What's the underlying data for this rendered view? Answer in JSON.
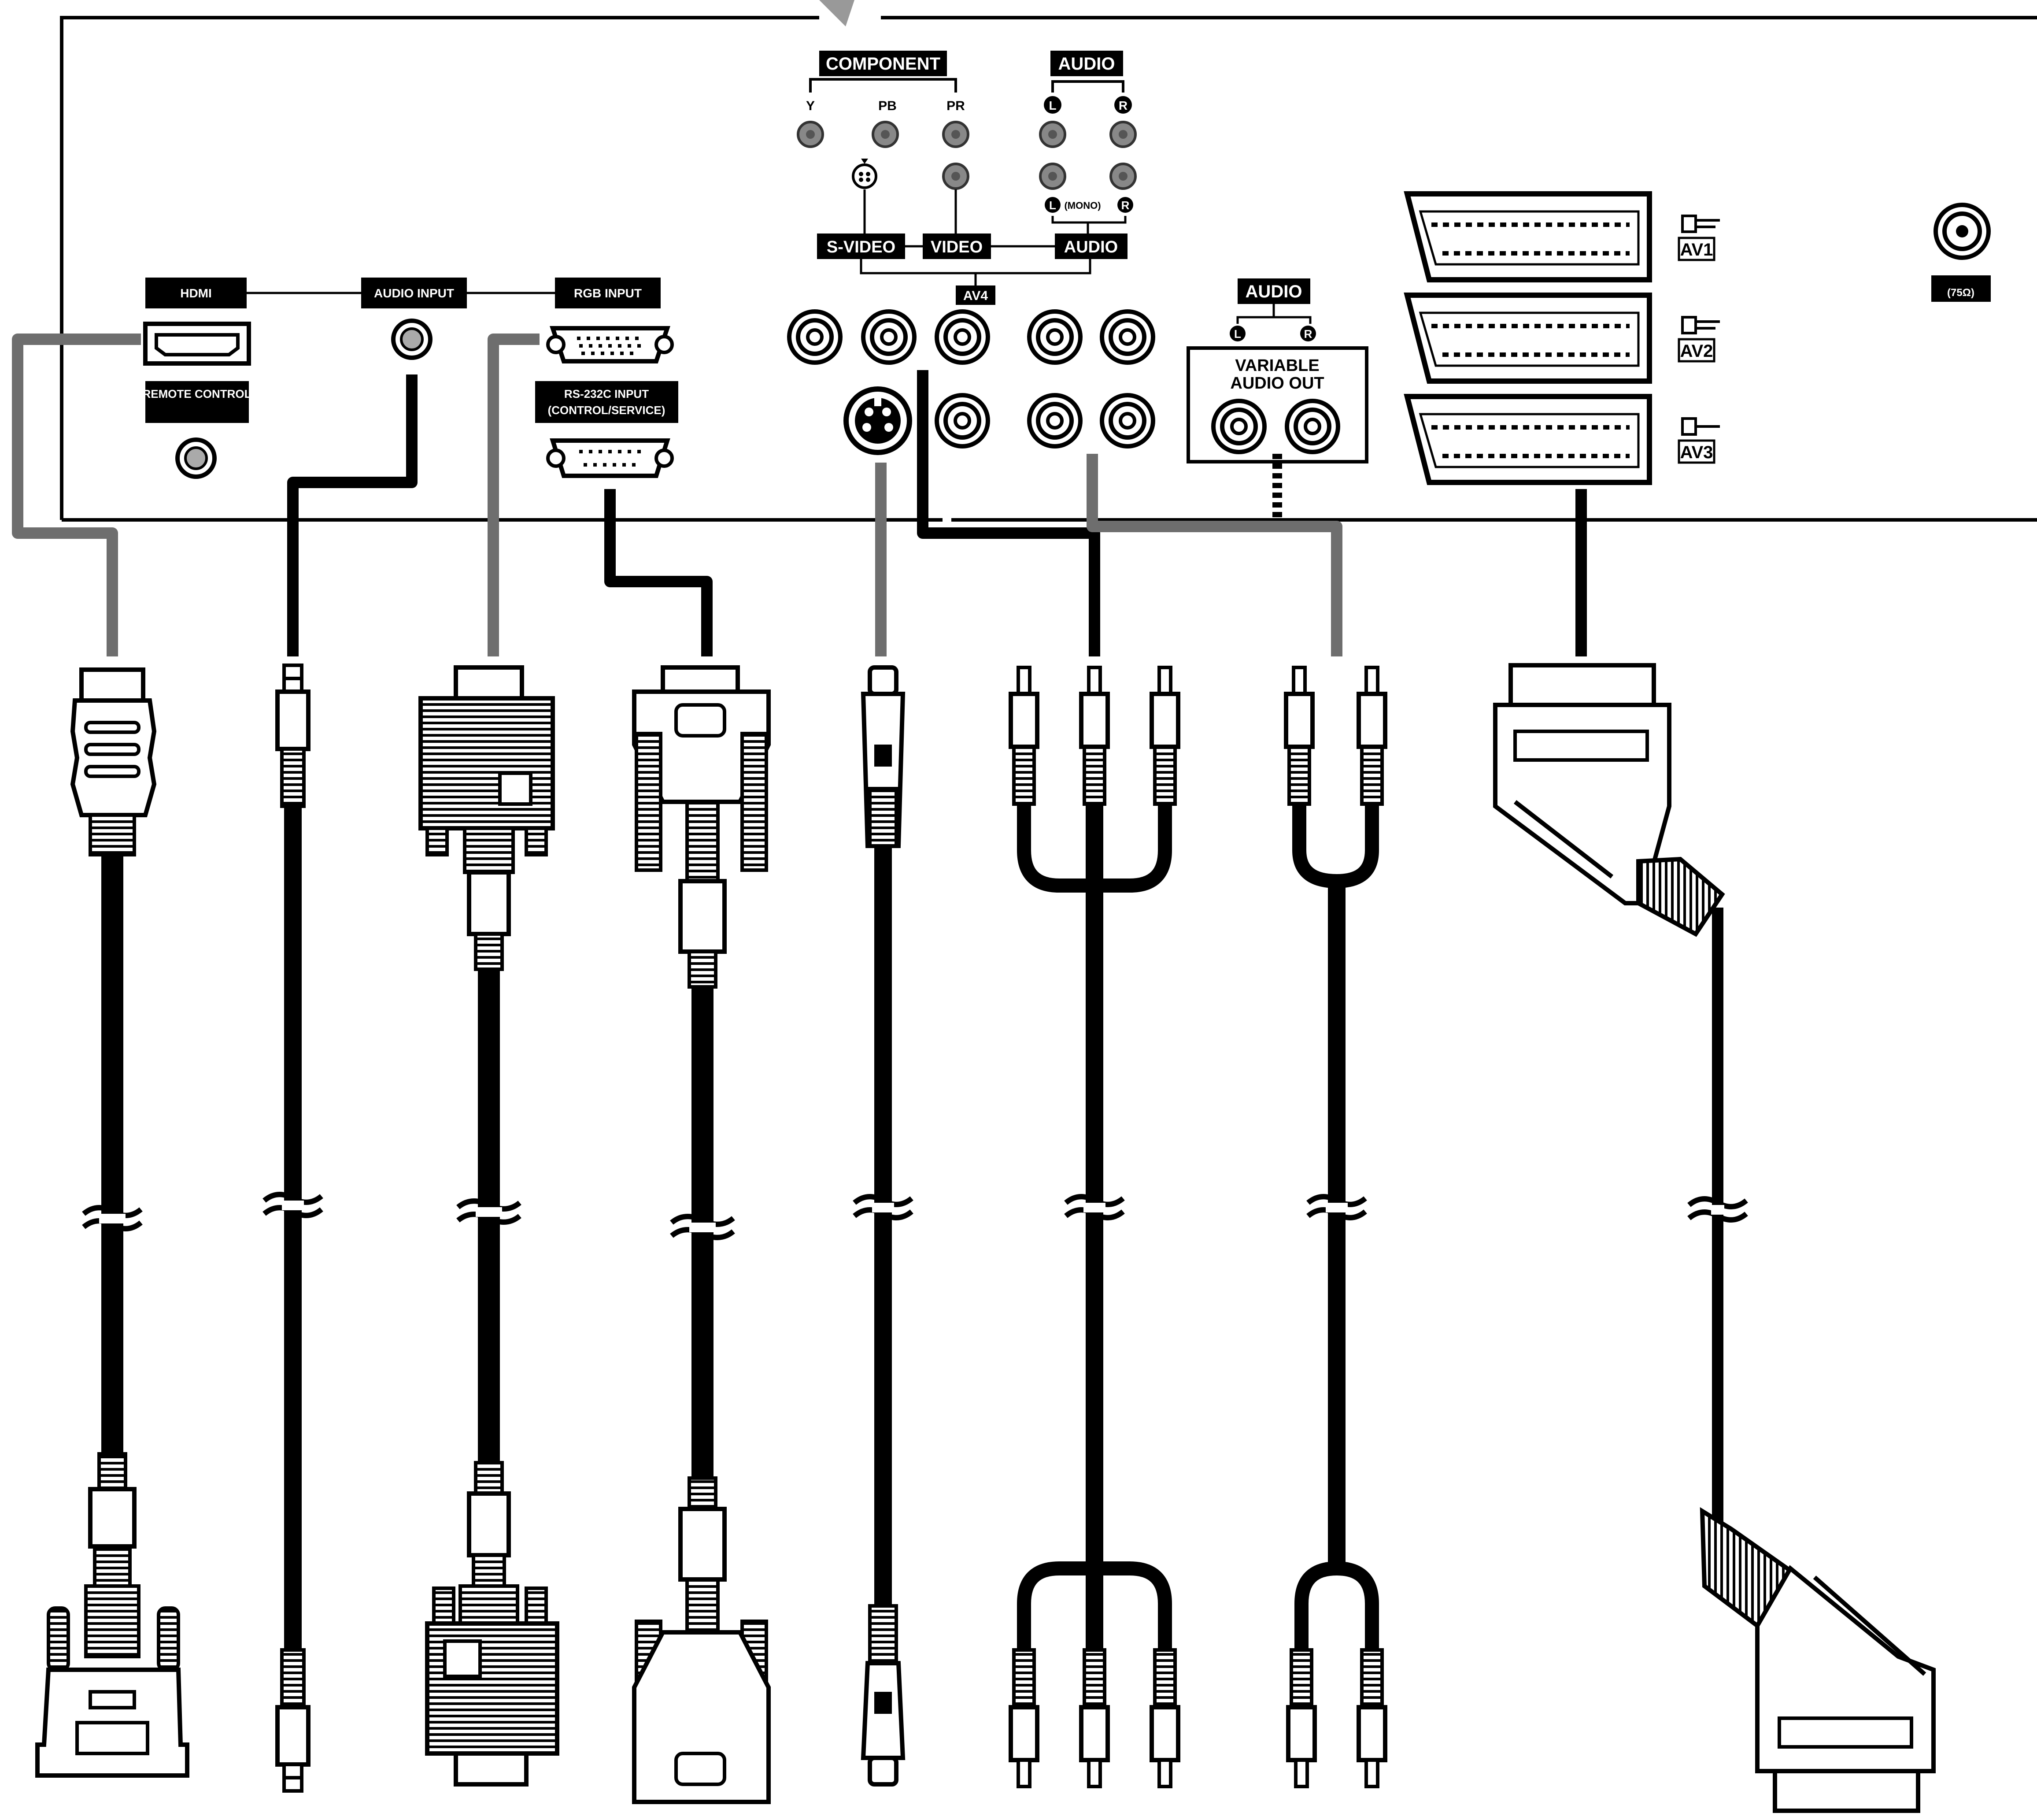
{
  "panel": {
    "component": {
      "title": "COMPONENT",
      "jacks": [
        "Y",
        "PB",
        "PR"
      ]
    },
    "audio_top": {
      "title": "AUDIO",
      "channels": [
        "L",
        "R"
      ],
      "mono_note": "(MONO)"
    },
    "av4": {
      "svideo": "S-VIDEO",
      "video": "VIDEO",
      "audio": "AUDIO",
      "group": "AV4"
    },
    "variable_audio": {
      "title": "AUDIO",
      "channels": [
        "L",
        "R"
      ],
      "caption_line1": "VARIABLE",
      "caption_line2": "AUDIO OUT"
    },
    "scart": [
      "AV1",
      "AV2",
      "AV3"
    ],
    "left_jacks": {
      "hdmi": "HDMI",
      "audio_input": "AUDIO INPUT",
      "rgb_input": "RGB INPUT",
      "remote_control": "REMOTE CONTROL",
      "rs232_line1": "RS-232C INPUT",
      "rs232_line2": "(CONTROL/SERVICE)"
    },
    "antenna": "(75Ω)"
  },
  "colors": {
    "ink": "#000000",
    "grey_cable": "#6e6e6e",
    "jack_grey": "#8c8c8c",
    "paper": "#ffffff"
  },
  "cables": [
    {
      "id": "hdmi-to-dvi",
      "plug_a": "hdmi-plug",
      "plug_b": "dvi-plug"
    },
    {
      "id": "audio-mini",
      "plug_a": "mini-jack",
      "plug_b": "mini-jack"
    },
    {
      "id": "rgb-vga",
      "plug_a": "vga-plug",
      "plug_b": "vga-plug"
    },
    {
      "id": "rs232",
      "plug_a": "db9-plug",
      "plug_b": "db9-plug"
    },
    {
      "id": "svideo",
      "plug_a": "svideo-plug",
      "plug_b": "svideo-plug"
    },
    {
      "id": "rca-av",
      "plug_a": "rca-triple",
      "plug_b": "rca-triple"
    },
    {
      "id": "rca-audio",
      "plug_a": "rca-double",
      "plug_b": "rca-double"
    },
    {
      "id": "scart",
      "plug_a": "scart-plug",
      "plug_b": "scart-plug"
    }
  ]
}
